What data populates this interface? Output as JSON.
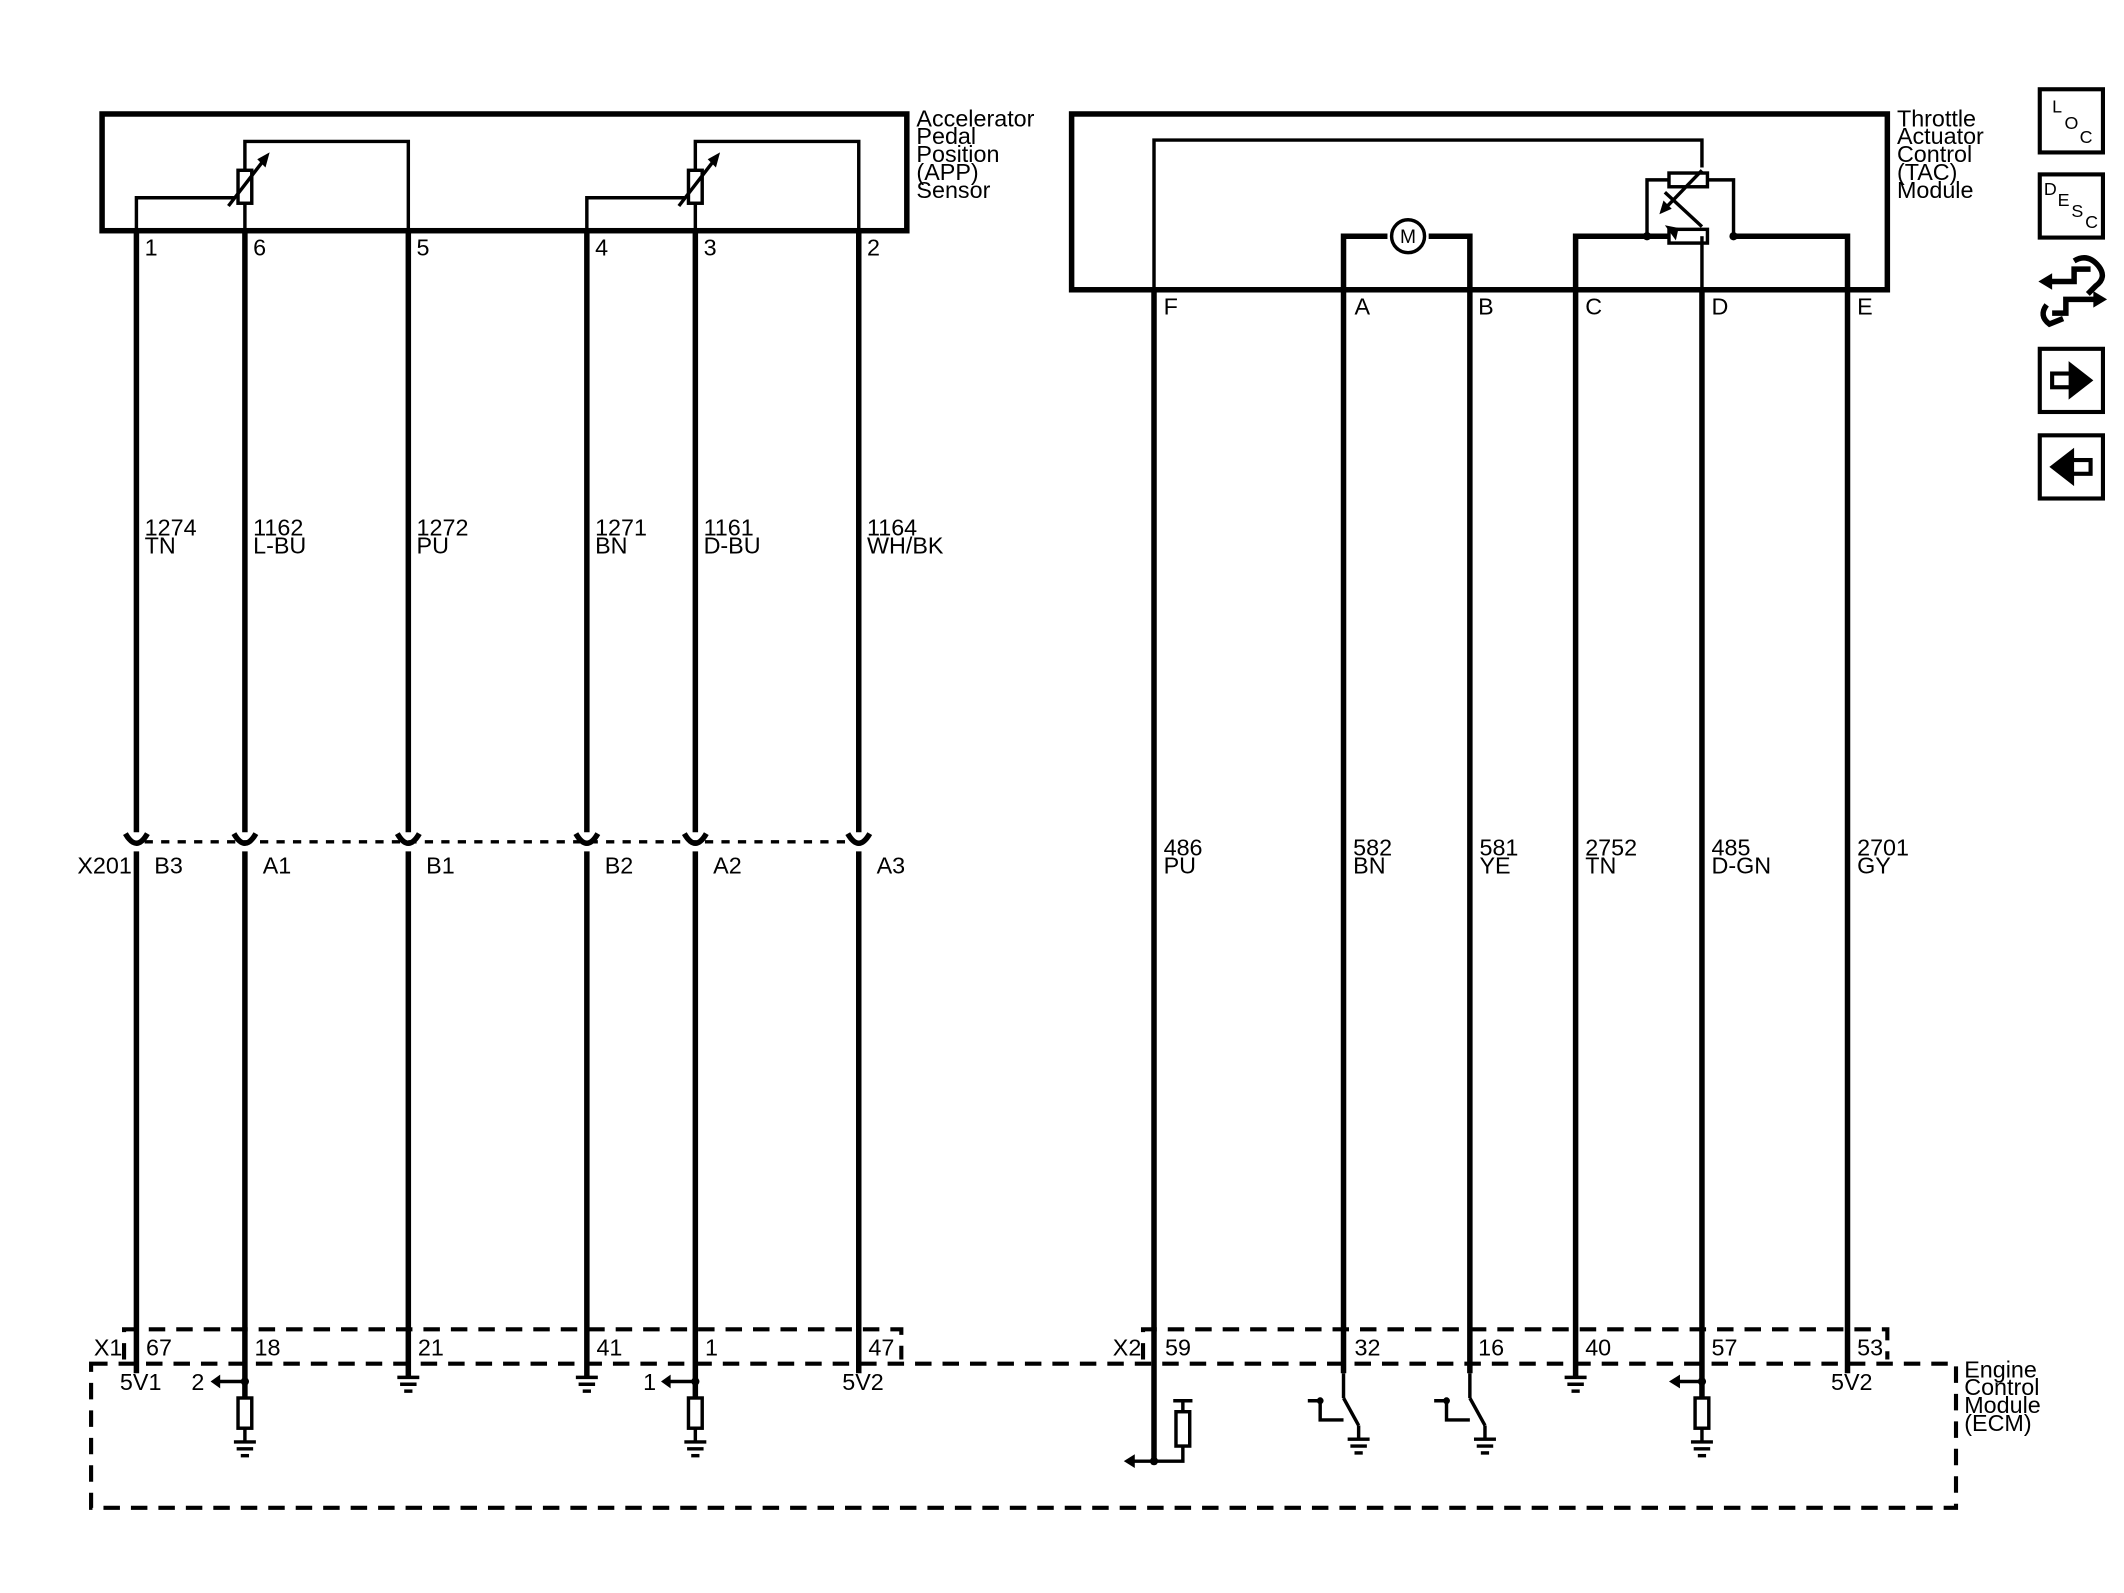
{
  "app_sensor": {
    "label_lines": [
      "Accelerator",
      "Pedal",
      "Position",
      "(APP)",
      "Sensor"
    ],
    "pins": [
      "1",
      "6",
      "5",
      "4",
      "3",
      "2"
    ],
    "wires": [
      {
        "circuit": "1274",
        "color": "TN",
        "inline_pin": "B3",
        "ecm_pin": "67"
      },
      {
        "circuit": "1162",
        "color": "L-BU",
        "inline_pin": "A1",
        "ecm_pin": "18"
      },
      {
        "circuit": "1272",
        "color": "PU",
        "inline_pin": "B1",
        "ecm_pin": "21"
      },
      {
        "circuit": "1271",
        "color": "BN",
        "inline_pin": "B2",
        "ecm_pin": "41"
      },
      {
        "circuit": "1161",
        "color": "D-BU",
        "inline_pin": "A2",
        "ecm_pin": "1"
      },
      {
        "circuit": "1164",
        "color": "WH/BK",
        "inline_pin": "A3",
        "ecm_pin": "47"
      }
    ]
  },
  "tac_module": {
    "label_lines": [
      "Throttle",
      "Actuator",
      "Control",
      "(TAC)",
      "Module"
    ],
    "motor_label": "M",
    "pins": [
      "F",
      "A",
      "B",
      "C",
      "D",
      "E"
    ],
    "wires": [
      {
        "circuit": "486",
        "color": "PU",
        "ecm_pin": "59"
      },
      {
        "circuit": "582",
        "color": "BN",
        "ecm_pin": "32"
      },
      {
        "circuit": "581",
        "color": "YE",
        "ecm_pin": "16"
      },
      {
        "circuit": "2752",
        "color": "TN",
        "ecm_pin": "40"
      },
      {
        "circuit": "485",
        "color": "D-GN",
        "ecm_pin": "57"
      },
      {
        "circuit": "2701",
        "color": "GY",
        "ecm_pin": "53"
      }
    ]
  },
  "inline_connector": {
    "name": "X201"
  },
  "ecm": {
    "label_lines": [
      "Engine",
      "Control",
      "Module",
      "(ECM)"
    ],
    "connector_x1": "X1",
    "connector_x2": "X2",
    "ref_5v1": "5V1",
    "ref_5v2_left": "5V2",
    "ref_5v2_right": "5V2",
    "signal_ref_1": "2",
    "signal_ref_2": "1"
  },
  "nav": {
    "loc": [
      "L",
      "O",
      "C"
    ],
    "desc": [
      "D",
      "E",
      "S",
      "C"
    ],
    "connector_icon": "connector-icon",
    "next_icon": "arrow-right-icon",
    "prev_icon": "arrow-left-icon"
  }
}
